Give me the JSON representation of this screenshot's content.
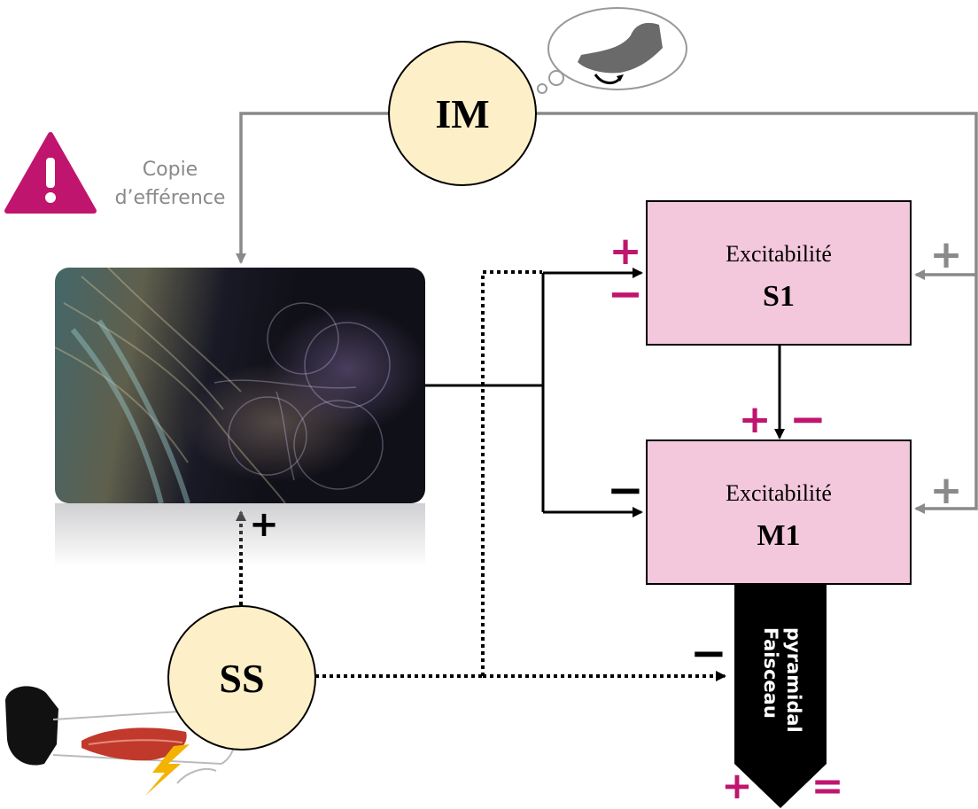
{
  "nodes": {
    "im": "IM",
    "ss": "SS"
  },
  "boxes": {
    "s1": {
      "line1": "Excitabilité",
      "line2": "S1"
    },
    "m1": {
      "line1": "Excitabilité",
      "line2": "M1"
    }
  },
  "efference": {
    "line1": "Copie",
    "line2": "d’efférence"
  },
  "pyramidal": {
    "line1": "Faisceau",
    "line2": "pyramidal"
  },
  "signs": {
    "s1_left_plus": "+",
    "s1_left_minus": "−",
    "s1_right_plus": "+",
    "s1_to_m1_plus": "+",
    "s1_to_m1_minus": "−",
    "m1_left_minus": "−",
    "m1_right_plus": "+",
    "ss_to_cerebellum_plus": "+",
    "pyramidal_minus": "−",
    "bottom_plus": "+",
    "bottom_equals": "="
  },
  "colors": {
    "magenta": "#c0156e",
    "gray": "#8a8a8a",
    "node_fill": "#fdf0c8",
    "box_fill": "#f4c8dc"
  }
}
